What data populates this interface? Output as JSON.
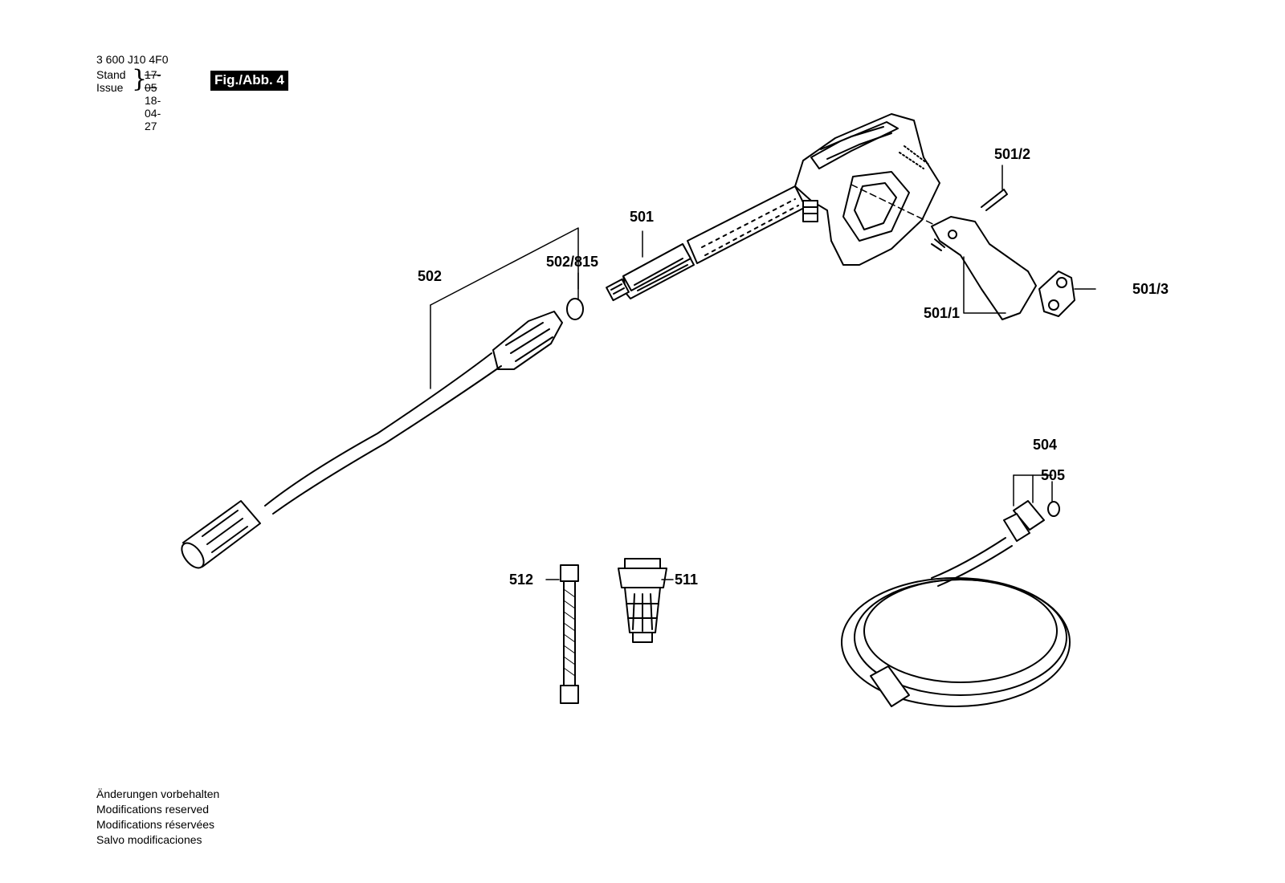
{
  "header": {
    "doc_number": "3 600 J10 4F0",
    "stand_label": "Stand",
    "issue_label": "Issue",
    "stand_date": "17-05",
    "issue_date": "18-04-27",
    "figure_label": "Fig./Abb. 4"
  },
  "parts": {
    "p501": "501",
    "p501_1": "501/1",
    "p501_2": "501/2",
    "p501_3": "501/3",
    "p502": "502",
    "p502_815": "502/815",
    "p504": "504",
    "p505": "505",
    "p511": "511",
    "p512": "512"
  },
  "footer": {
    "line_de": "Änderungen vorbehalten",
    "line_en": "Modifications reserved",
    "line_fr": "Modifications réservées",
    "line_es": "Salvo modificaciones"
  }
}
